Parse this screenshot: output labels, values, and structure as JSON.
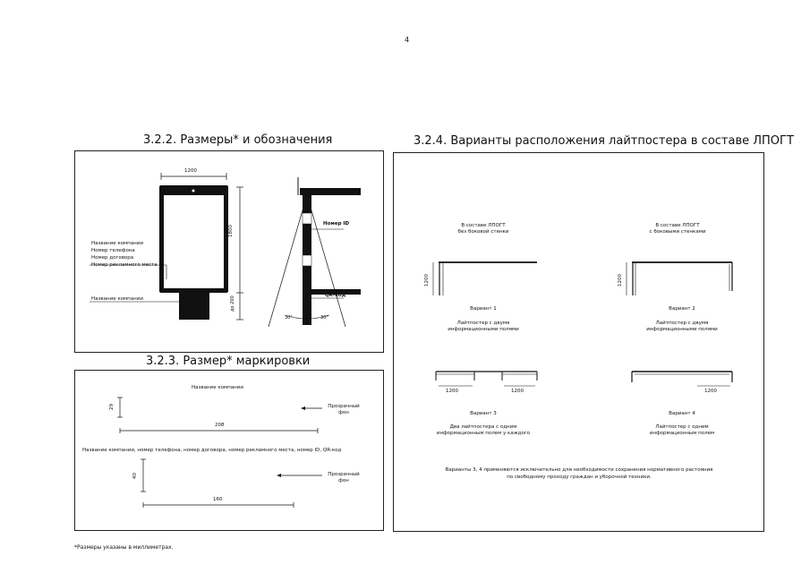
{
  "page_number": "4",
  "sections": {
    "dimensions": {
      "title": "3.2.2. Размеры* и обозначения",
      "width_dim": "1200",
      "height_dim": "1800",
      "base_dim": "до 200",
      "labels": [
        "Название компании",
        "Номер телефона",
        "Номер договора",
        "Номер рекламного места"
      ],
      "base_label": "Название компании",
      "id_label": "Номер ID",
      "qr_label": "QR-код",
      "angle_left": "30°",
      "angle_right": "30°"
    },
    "marking": {
      "title": "3.2.3. Размер* маркировки",
      "company_label": "Название компании",
      "dim_29": "29",
      "dim_208": "208",
      "transparent_bg_1": "Прозрачный фон",
      "full_label": "Название компании, номер телефона, номер договора, номер рекламного места, номер ID, QR-код",
      "dim_40": "40",
      "dim_160": "160",
      "transparent_bg_2": "Прозрачный фон"
    },
    "variants": {
      "title": "3.2.4. Варианты расположения лайтпостера в составе ЛПОГТ",
      "no_side_wall_1": "В составе ЛПОГТ",
      "no_side_wall_2": "без боковой стенки",
      "side_walls_1": "В составе ЛПОГТ",
      "side_walls_2": "с боковыми стенками",
      "dim_a": "1200",
      "dim_b": "1200",
      "v1_title": "Вариант 1",
      "v1_desc_1": "Лайтпостер с двумя",
      "v1_desc_2": "информационными полями",
      "v2_title": "Вариант 2",
      "v2_desc_1": "Лайтпостер с двумя",
      "v2_desc_2": "информационными полями",
      "v3_dim_1": "1200",
      "v3_dim_2": "1200",
      "v4_dim": "1200",
      "v3_title": "Вариант 3",
      "v3_desc_1": "Два лайтпостера с одним",
      "v3_desc_2": "информационным полем у каждого",
      "v4_title": "Вариант 4",
      "v4_desc_1": "Лайтпостер с одним",
      "v4_desc_2": "информационным полем",
      "note_1": "Варианты 3, 4 применяются исключительно для необходимости сохранения нормативного растояния",
      "note_2": "по свободному проходу граждан и уборочной техники."
    }
  },
  "footnote": "*Размеры указаны в миллиметрах."
}
